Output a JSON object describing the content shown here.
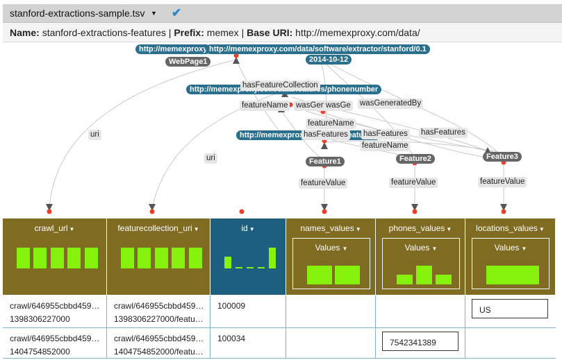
{
  "title": {
    "filename": "stanford-extractions-sample.tsv"
  },
  "info": {
    "name_label": "Name:",
    "name_value": "stanford-extractions-features",
    "sep1": "|",
    "prefix_label": "Prefix:",
    "prefix_value": "memex",
    "sep2": "|",
    "base_label": "Base URI:",
    "base_value": "http://memexproxy.com/data/"
  },
  "graph": {
    "nodes": {
      "n1": "http://memexproxy",
      "n2": "http://memexproxy.com/data/software/extractor/stanford/0.1",
      "n3": "2014-10-12",
      "n4": "WebPage1",
      "n5": "http://memexproxy.com/data/features/phonenumber",
      "n6": "http://memexproxy.com/data/features/",
      "f1": "Feature1",
      "f2": "Feature2",
      "f3": "Feature3"
    },
    "edges": {
      "e_hasFeatureCollection": "hasFeatureCollection",
      "e_featureName1": "featureName",
      "e_wasGen1": "wasGen",
      "e_wasGen2": "wasGe",
      "e_wasGeneratedBy": "wasGeneratedBy",
      "e_featureName2": "featureName",
      "e_hasFeatures1": "hasFeatures",
      "e_hasFeatures2": "hasFeatures",
      "e_hasFeatures3": "hasFeatures",
      "e_featureName3": "featureName",
      "e_uri1": "uri",
      "e_uri2": "uri",
      "e_featureValue1": "featureValue",
      "e_featureValue2": "featureValue",
      "e_featureValue3": "featureValue"
    }
  },
  "columns": {
    "c1": "crawl_url",
    "c2": "featurecollection_uri",
    "c3": "id",
    "c4": "names_values",
    "c5": "phones_values",
    "c6": "locations_values",
    "values_label": "Values"
  },
  "rows": [
    {
      "crawl_url_1": "crawl/646955cbbd459…",
      "crawl_url_2": "1398306227000",
      "fc_1": "crawl/646955cbbd459…",
      "fc_2": "1398306227000/featu…",
      "id": "100009",
      "names": "",
      "phones": "",
      "locations": "US"
    },
    {
      "crawl_url_1": "crawl/646955cbbd459…",
      "crawl_url_2": "1404754852000",
      "fc_1": "crawl/646955cbbd459…",
      "fc_2": "1404754852000/featu…",
      "id": "100034",
      "names": "",
      "phones": "7542341389",
      "locations": ""
    }
  ],
  "colors": {
    "header_bg": "#7f6b22",
    "selected_header_bg": "#1e5e7f",
    "bar_color": "#84f20c",
    "uri_node": "#2b6f8f",
    "class_node": "#666666",
    "check_color": "#2c87c9"
  },
  "icons": {
    "dropdown": "chevron-down-icon",
    "confirm": "checkmark-icon"
  }
}
